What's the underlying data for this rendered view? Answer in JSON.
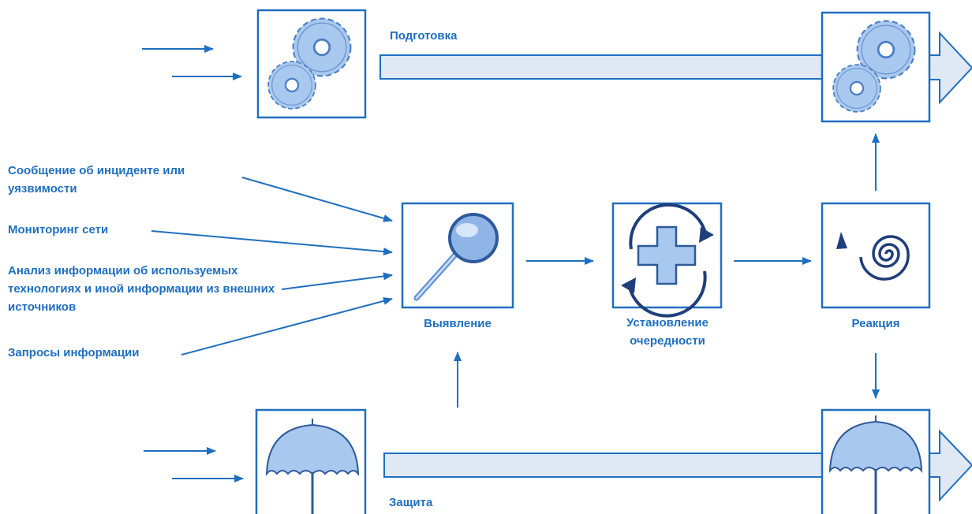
{
  "stages": {
    "preparation": {
      "label": "Подготовка",
      "icon": "gears-icon"
    },
    "protection": {
      "label": "Защита",
      "icon": "umbrella-icon"
    },
    "detection": {
      "label": "Выявление",
      "icon": "magnifier-icon"
    },
    "prioritization": {
      "label": "Установление очередности",
      "icon": "medical-cross-cycle-icon"
    },
    "response": {
      "label": "Реакция",
      "icon": "spiral-icon"
    }
  },
  "inputs": [
    {
      "label": "Сообщение об инциденте или уязвимости"
    },
    {
      "label": "Мониторинг сети"
    },
    {
      "label": "Анализ информации об используемых технологиях и иной информации из внешних источников"
    },
    {
      "label": "Запросы информации"
    }
  ],
  "colors": {
    "accent": "#1f6fbf",
    "box_border": "#1f6fbf",
    "process_bar_fill": "#dfe8f3",
    "icon_fill": "#a9c8ef"
  }
}
